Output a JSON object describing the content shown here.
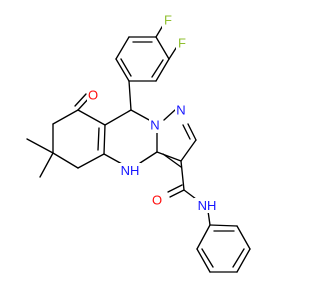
{
  "molecule": {
    "colors": {
      "bond": "#000000",
      "nitrogen": "#1515ff",
      "oxygen": "#ff0d0d",
      "fluorine": "#8fbf2f",
      "background": "#ffffff"
    },
    "atoms": {
      "fluorine_top": "F",
      "fluorine_right": "F",
      "ketone_oxygen": "O",
      "amide_oxygen": "O",
      "pyrazole_n1": "N",
      "pyrazole_n2": "N",
      "nh_ring": "NH",
      "nh_ring_n": "N",
      "nh_ring_h": "H",
      "amide_nh": "NH",
      "amide_nh_n": "N",
      "amide_nh_h": "H"
    }
  }
}
